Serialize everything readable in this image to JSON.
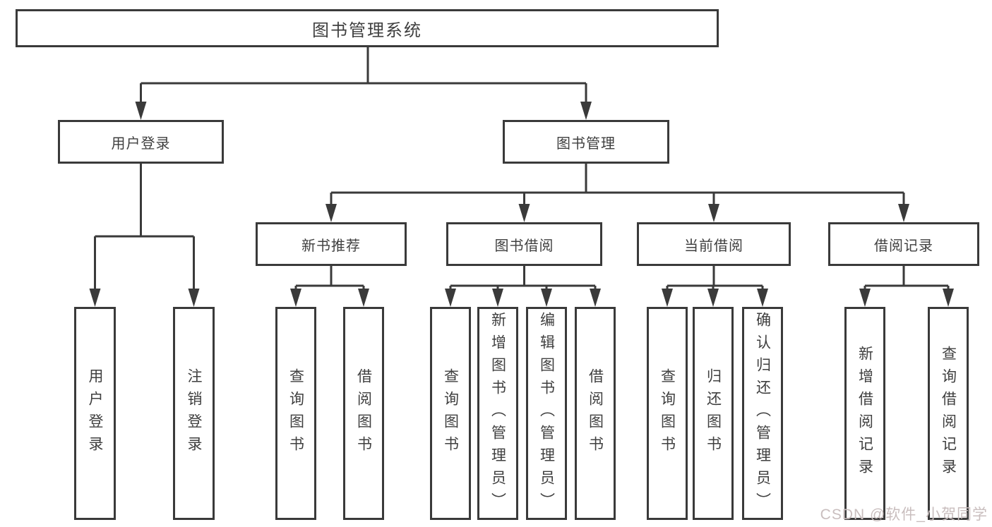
{
  "diagram": {
    "root": {
      "label": "图书管理系统"
    },
    "branches": [
      {
        "label": "用户登录",
        "children": [
          {
            "label": "用户登录"
          },
          {
            "label": "注销登录"
          }
        ]
      },
      {
        "label": "图书管理",
        "children": [
          {
            "label": "新书推荐",
            "children": [
              {
                "label": "查询图书"
              },
              {
                "label": "借阅图书"
              }
            ]
          },
          {
            "label": "图书借阅",
            "children": [
              {
                "label": "查询图书"
              },
              {
                "label": "新增图书（管理员）"
              },
              {
                "label": "编辑图书（管理员）"
              },
              {
                "label": "借阅图书"
              }
            ]
          },
          {
            "label": "当前借阅",
            "children": [
              {
                "label": "查询图书"
              },
              {
                "label": "归还图书"
              },
              {
                "label": "确认归还（管理员）"
              }
            ]
          },
          {
            "label": "借阅记录",
            "children": [
              {
                "label": "新增借阅记录"
              },
              {
                "label": "查询借阅记录"
              }
            ]
          }
        ]
      }
    ]
  },
  "watermark": {
    "text": "CSDN @软件_小贺同学"
  },
  "colors": {
    "line": "#3a3a3a",
    "text": "#3f3f3f",
    "background": "#ffffff",
    "watermark": "#c9bebe"
  }
}
